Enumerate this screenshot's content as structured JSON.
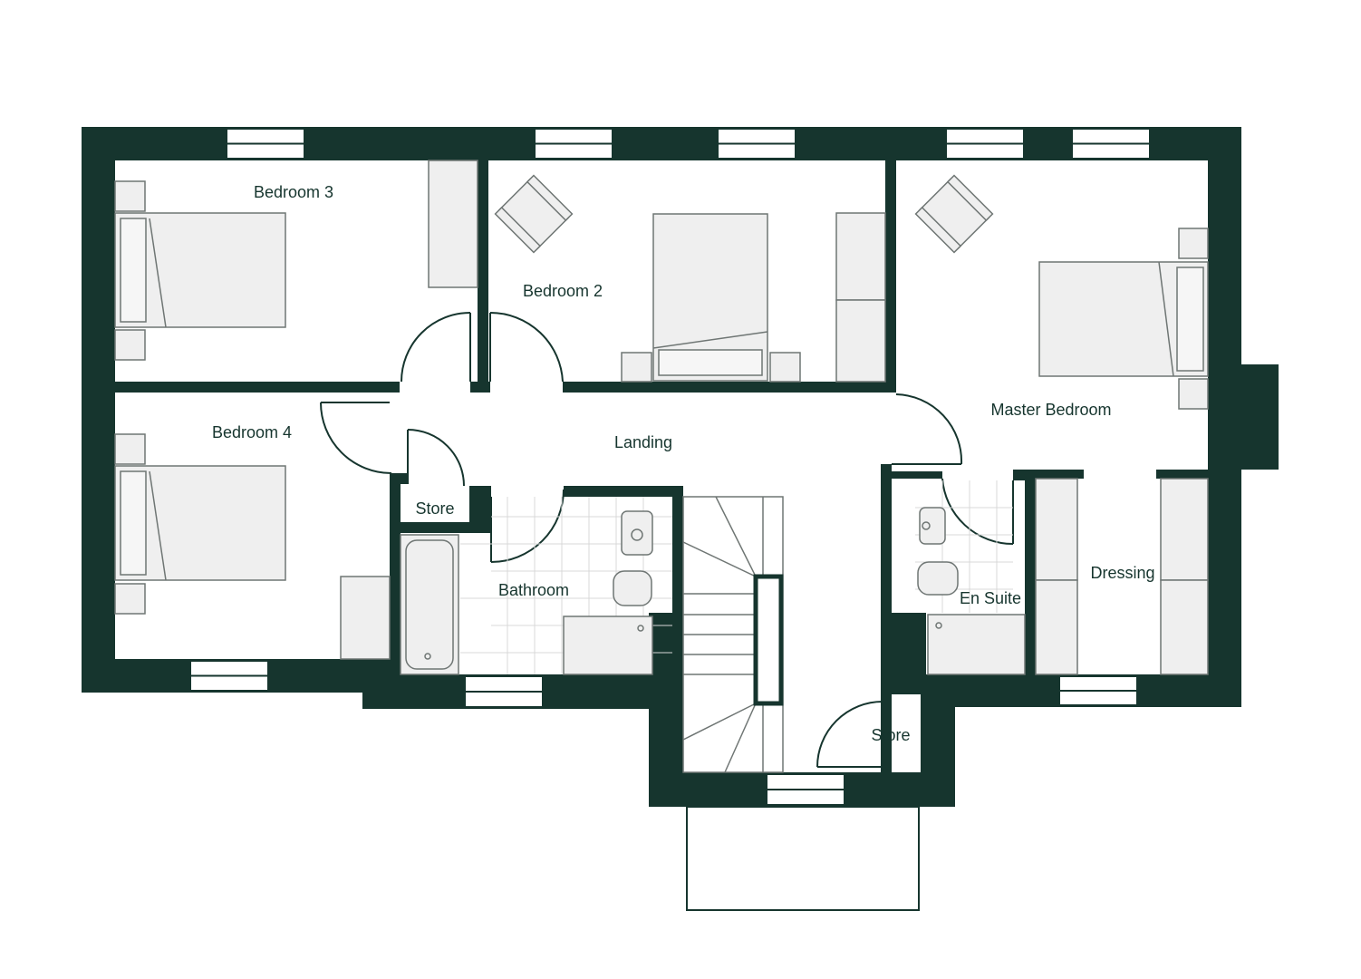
{
  "colors": {
    "wall": "#16352e",
    "floor": "#ffffff",
    "furniture_fill": "#efefef",
    "furniture_stroke": "#6f7674",
    "tile_line": "#d8d8d8"
  },
  "rooms": {
    "bedroom_3": "Bedroom 3",
    "bedroom_2": "Bedroom 2",
    "master_bedroom": "Master Bedroom",
    "bedroom_4": "Bedroom 4",
    "landing": "Landing",
    "store_left": "Store",
    "bathroom": "Bathroom",
    "en_suite": "En Suite",
    "dressing": "Dressing",
    "store_bottom": "Store"
  }
}
